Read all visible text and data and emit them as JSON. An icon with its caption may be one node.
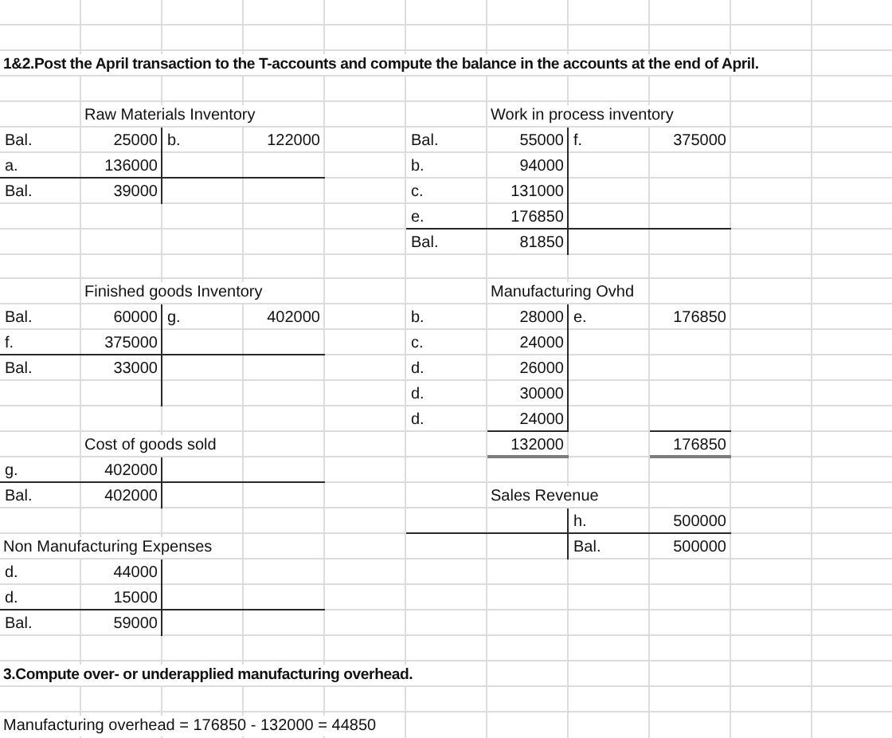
{
  "diagram": {
    "nodes": [
      {
        "text": [
          "Raw Materials Inventory",
          "Bal.",
          "25000",
          "b.",
          "122000",
          "a.",
          "136000",
          "Bal.",
          "39000"
        ]
      },
      {
        "text": [
          "Work in process inventory",
          "Bal.",
          "55000",
          "f.",
          "375000",
          "b.",
          "94000",
          "c.",
          "131000",
          "e.",
          "176850",
          "Bal.",
          "81850"
        ]
      },
      {
        "text": [
          "Finished goods Inventory",
          "Bal.",
          "60000",
          "g.",
          "402000",
          "f.",
          "375000",
          "Bal.",
          "33000"
        ]
      },
      {
        "text": [
          "Manufacturing Ovhd",
          "b.",
          "28000",
          "e.",
          "176850",
          "c.",
          "24000",
          "d.",
          "26000",
          "d.",
          "30000",
          "d.",
          "24000",
          "132000",
          "176850"
        ]
      },
      {
        "text": [
          "Cost of goods sold",
          "g.",
          "402000",
          "Bal.",
          "402000"
        ]
      },
      {
        "text": [
          "Sales Revenue",
          "h.",
          "500000",
          "Bal.",
          "500000"
        ]
      },
      {
        "text": [
          "Non Manufacturing Expenses",
          "d.",
          "44000",
          "d.",
          "15000",
          "Bal.",
          "59000"
        ]
      }
    ],
    "labels": [
      "1&2.Post the April transaction to the T-accounts and compute the balance in the accounts at the end of April.",
      "3.Compute over- or underapplied manufacturing overhead.",
      "Manufacturing overhead = 176850 - 132000 = 44850"
    ]
  }
}
